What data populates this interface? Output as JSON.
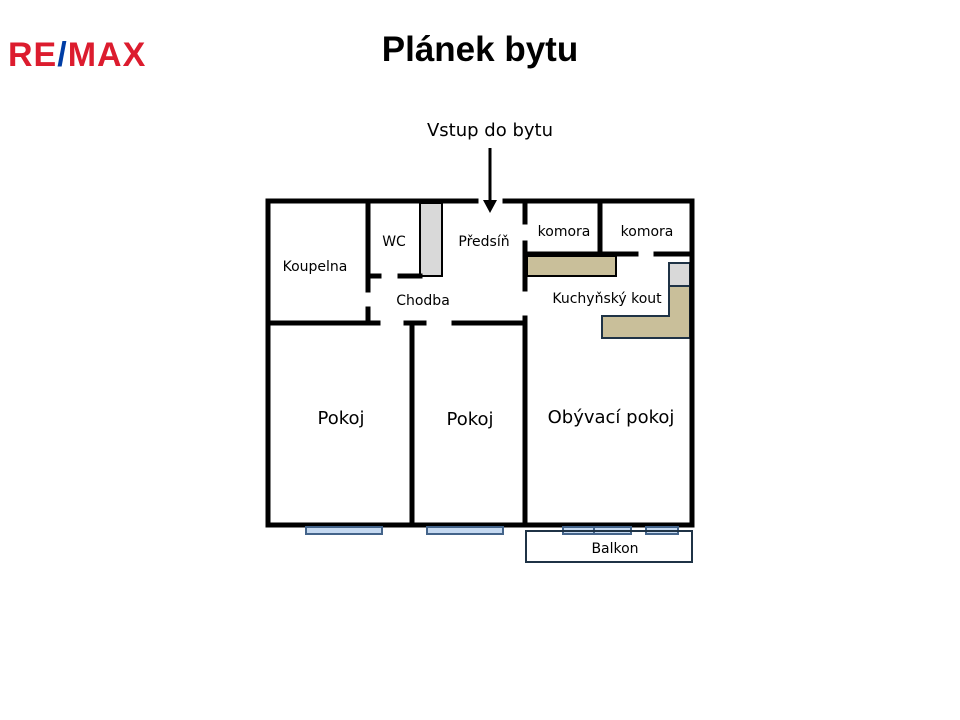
{
  "logo": {
    "left": "RE",
    "slash": "/",
    "right": "MAX"
  },
  "title": "Plánek bytu",
  "entrance_label": "Vstup do bytu",
  "rooms": {
    "koupelna": "Koupelna",
    "wc": "WC",
    "predsin": "Předsíň",
    "komora1": "komora",
    "komora2": "komora",
    "chodba": "Chodba",
    "kuchynsky_kout": "Kuchyňský kout",
    "pokoj1": "Pokoj",
    "pokoj2": "Pokoj",
    "obyvaci_pokoj": "Obývací pokoj",
    "balkon": "Balkon"
  },
  "colors": {
    "logo_red": "#dc1c2e",
    "logo_blue": "#003da5",
    "counter": "#c9bf9a",
    "shaft": "#d9d9d9",
    "window": "#c5d9f1",
    "window_stroke": "#44648a"
  }
}
